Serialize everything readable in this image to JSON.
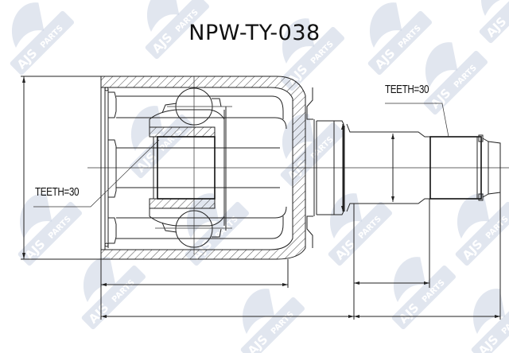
{
  "drawing": {
    "title": "NPW-TY-038",
    "subject": "CV joint (inner) technical drawing",
    "labels": {
      "inner_spline": "TEETH=30",
      "outer_spline": "TEETH=30"
    },
    "watermark": {
      "brand": "AJS",
      "suffix": "PARTS",
      "color": "#c9d1e2"
    },
    "line_color": "#222222",
    "background": "#ffffff"
  }
}
